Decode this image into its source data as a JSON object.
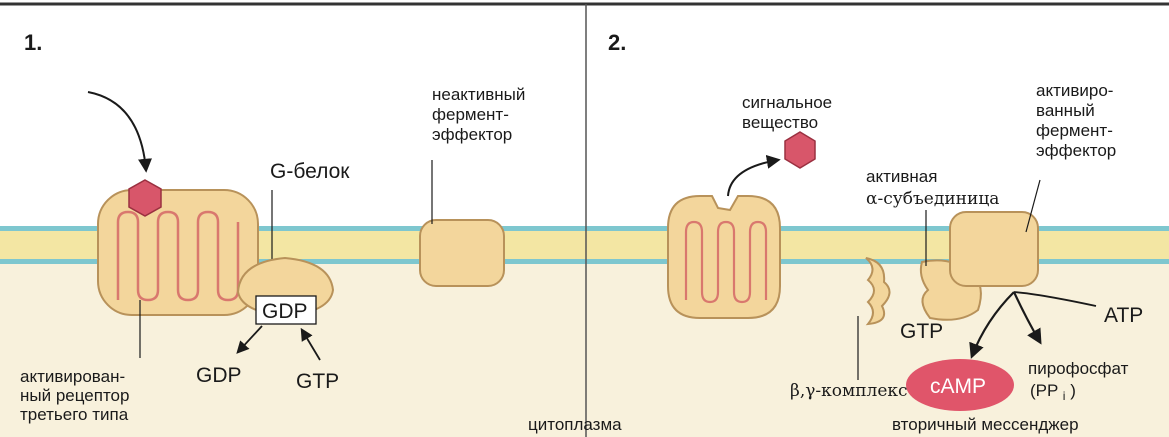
{
  "colors": {
    "background": "#ffffff",
    "cytoplasm": "#f8f1dc",
    "membrane_core": "#f3e6a3",
    "membrane_edge": "#7ec7cf",
    "protein_fill": "#f3d69c",
    "protein_stroke": "#b8925a",
    "receptor_loop": "#d9786e",
    "signal_molecule": "#d8566a",
    "camp_fill": "#e0556a",
    "divider": "#555555"
  },
  "panel1": {
    "number": "1.",
    "g_protein_label": "G-белок",
    "inactive_enzyme_label": [
      "неактивный",
      "фермент-",
      "эффектор"
    ],
    "gdp_bound_label": "GDP",
    "gdp_released_label": "GDP",
    "gtp_incoming_label": "GTP",
    "receptor_label": [
      "активирован-",
      "ный рецептор",
      "третьего типа"
    ]
  },
  "panel2": {
    "number": "2.",
    "signal_label": [
      "сигнальное",
      "вещество"
    ],
    "active_enzyme_label": [
      "активиро-",
      "ванный",
      "фермент-",
      "эффектор"
    ],
    "alpha_label_line1": "активная",
    "alpha_label_line2": "α-субъединица",
    "gtp_bound_label": "GTP",
    "atp_label": "ATP",
    "pyrophosphate_label": [
      "пирофосфат",
      "(PP",
      "i",
      ")"
    ],
    "camp_label": "cAMP",
    "beta_gamma_label": "β,γ-комплекс",
    "second_messenger_label": "вторичный мессенджер"
  },
  "cytoplasm_label": "цитоплазма"
}
